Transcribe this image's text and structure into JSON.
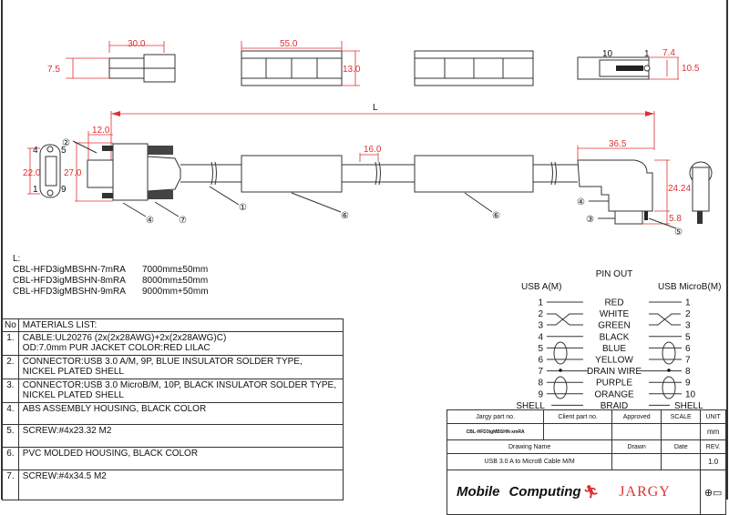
{
  "dimensions": {
    "plug_length": "30.0",
    "plug_height": "7.5",
    "housing_length": "55.0",
    "housing_height": "13.0",
    "microb_inner": "7.4",
    "microb_outer": "10.5",
    "microb_pin_left": "10",
    "microb_pin_right": "1",
    "overall_length": "L",
    "a_plug_depth": "12.0",
    "a_face_width": "22.0",
    "a_height": "27.0",
    "a_pin_4": "4",
    "a_pin_5": "5",
    "a_pin_1": "1",
    "a_pin_9": "9",
    "molded_length": "16.0",
    "microb_housing_length": "36.5",
    "microb_housing_height": "24.24",
    "microb_plug_height": "5.8"
  },
  "callouts": [
    "①",
    "②",
    "③",
    "④",
    "⑤",
    "⑥",
    "⑦"
  ],
  "lengths": {
    "heading": "L:",
    "items": [
      {
        "part": "CBL-HFD3igMBSHN-7mRA",
        "length": "7000mm±50mm"
      },
      {
        "part": "CBL-HFD3igMBSHN-8mRA",
        "length": "8000mm±50mm"
      },
      {
        "part": "CBL-HFD3igMBSHN-9mRA",
        "length": "9000mm+50mm"
      }
    ]
  },
  "materials": {
    "no_header": "No",
    "title": "MATERIALS LIST:",
    "items": [
      {
        "no": "1.",
        "line1": "CABLE:UL20276 (2x(2x28AWG)+2x(2x28AWG)C)",
        "line2": "OD:7.0mm  PUR JACKET COLOR:RED LILAC"
      },
      {
        "no": "2.",
        "line1": "CONNECTOR:USB 3.0 A/M, 9P, BLUE INSULATOR SOLDER TYPE,",
        "line2": "NICKEL PLATED SHELL"
      },
      {
        "no": "3.",
        "line1": "CONNECTOR:USB 3.0 MicroB/M, 10P, BLACK INSULATOR SOLDER TYPE,",
        "line2": "NICKEL PLATED SHELL"
      },
      {
        "no": "4.",
        "line1": "ABS ASSEMBLY HOUSING, BLACK COLOR",
        "line2": ""
      },
      {
        "no": "5.",
        "line1": "SCREW:#4x23.32 M2",
        "line2": ""
      },
      {
        "no": "6.",
        "line1": "PVC MOLDED HOUSING, BLACK COLOR",
        "line2": ""
      },
      {
        "no": "7.",
        "line1": "SCREW:#4x34.5 M2",
        "line2": ""
      }
    ]
  },
  "pinout": {
    "title": "PIN OUT",
    "left_header": "USB A(M)",
    "right_header": "USB MicroB(M)",
    "rows": [
      {
        "a": "1",
        "color": "RED",
        "b": "1"
      },
      {
        "a": "2",
        "color": "WHITE",
        "b": "2"
      },
      {
        "a": "3",
        "color": "GREEN",
        "b": "3"
      },
      {
        "a": "4",
        "color": "BLACK",
        "b": "5"
      },
      {
        "a": "5",
        "color": "BLUE",
        "b": "6"
      },
      {
        "a": "6",
        "color": "YELLOW",
        "b": "7"
      },
      {
        "a": "7",
        "color": "DRAIN WIRE",
        "b": "8"
      },
      {
        "a": "8",
        "color": "PURPLE",
        "b": "9"
      },
      {
        "a": "9",
        "color": "ORANGE",
        "b": "10"
      },
      {
        "a": "SHELL",
        "color": "BRAID",
        "b": "SHELL"
      }
    ]
  },
  "title_block": {
    "jargy_part_label": "Jargy part no.",
    "client_part_label": "Client part no.",
    "approved_label": "Approved",
    "scale_label": "SCALE",
    "unit_label": "UNIT",
    "jargy_part": "CBL-HFD3igMBSHN-xmRA",
    "unit": "mm",
    "drawing_name_label": "Drawing Name",
    "drawn_label": "Drawn",
    "date_label": "Date",
    "rev_label": "REV.",
    "drawing_name": "USB 3.0 A to MicroB Cable M/M",
    "rev": "1.0",
    "logo_mobile": "Mobile",
    "logo_computing": "Computing",
    "logo_jargy": "JARGY"
  },
  "colors": {
    "dimension": "#e03030",
    "line": "#333333"
  }
}
